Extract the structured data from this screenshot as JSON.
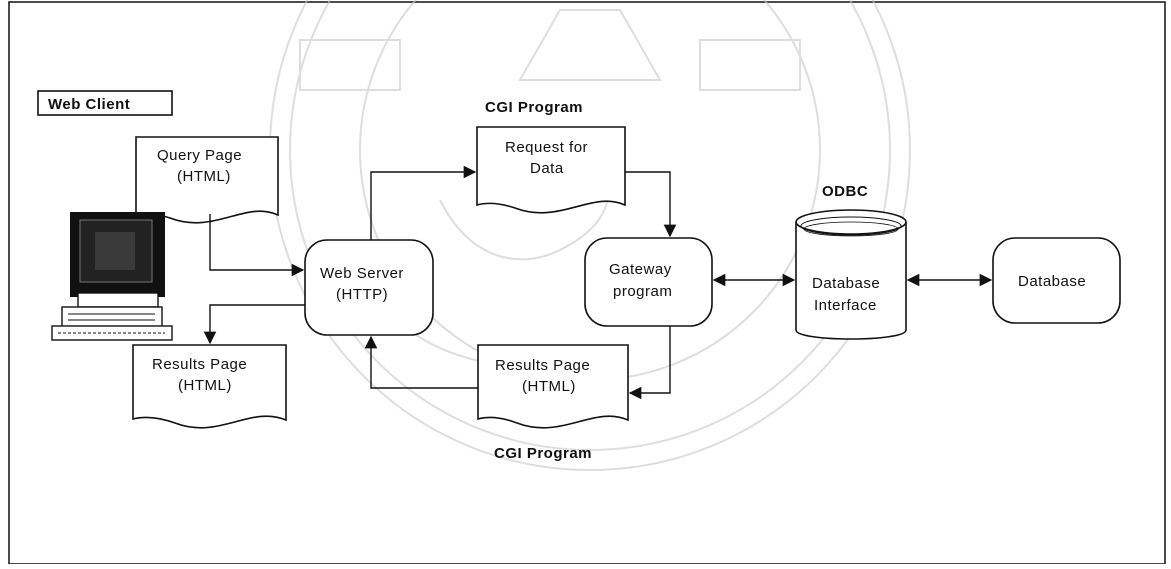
{
  "labels": {
    "web_client": "Web Client",
    "cgi_program_top": "CGI Program",
    "cgi_program_bottom": "CGI Program",
    "odbc": "ODBC"
  },
  "nodes": {
    "query_page": [
      "Query Page",
      "(HTML)"
    ],
    "results_page_left": [
      "Results Page",
      "(HTML)"
    ],
    "web_server": [
      "Web Server",
      "(HTTP)"
    ],
    "request_for_data": [
      "Request for",
      "Data"
    ],
    "gateway": [
      "Gateway",
      "program"
    ],
    "results_page_cgi": [
      "Results Page",
      "(HTML)"
    ],
    "database_interface": [
      "Database",
      "Interface"
    ],
    "database": [
      "Database"
    ]
  },
  "edges": [
    {
      "from": "query_page",
      "to": "web_server"
    },
    {
      "from": "web_server",
      "to": "results_page_left"
    },
    {
      "from": "web_server",
      "to": "request_for_data"
    },
    {
      "from": "request_for_data",
      "to": "gateway"
    },
    {
      "from": "gateway",
      "to": "results_page_cgi"
    },
    {
      "from": "results_page_cgi",
      "to": "web_server"
    },
    {
      "from": "gateway",
      "to": "database_interface",
      "bidirectional": true
    },
    {
      "from": "database_interface",
      "to": "database",
      "bidirectional": true
    }
  ],
  "icons": [
    "computer-icon",
    "watermark-seal"
  ]
}
